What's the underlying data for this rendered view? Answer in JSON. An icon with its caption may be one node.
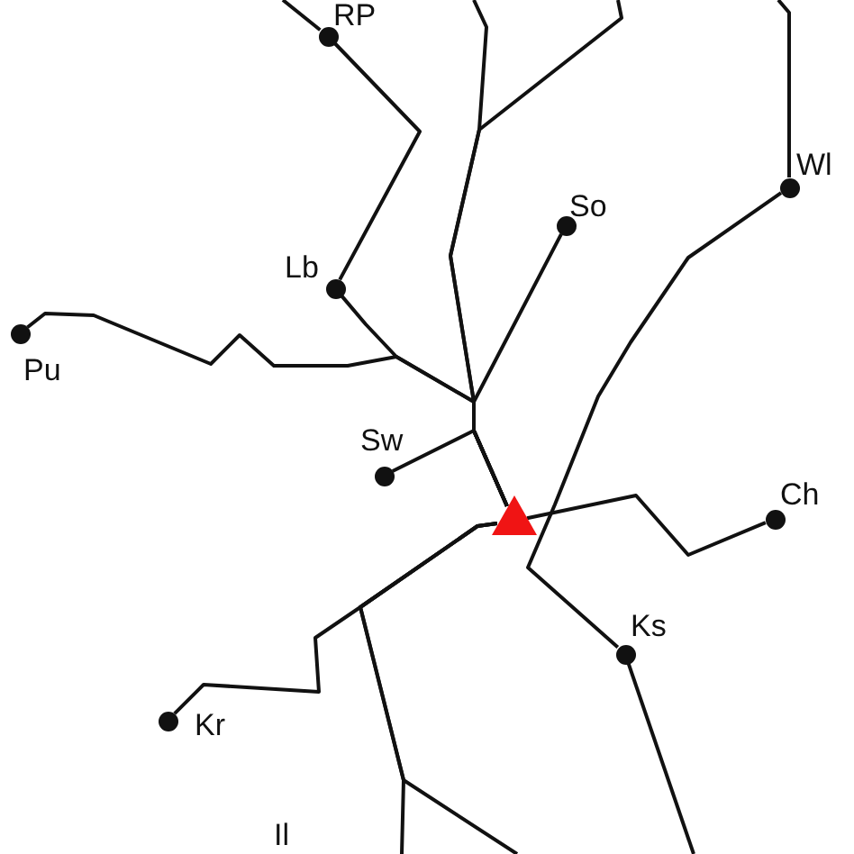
{
  "diagram": {
    "nodes": [
      {
        "text": [
          "RP"
        ]
      },
      {
        "text": [
          "Wl"
        ]
      },
      {
        "text": [
          "So"
        ]
      },
      {
        "text": [
          "Lb"
        ]
      },
      {
        "text": [
          "Pu"
        ]
      },
      {
        "text": [
          "Sw"
        ]
      },
      {
        "text": [],
        "shape": "triangle"
      },
      {
        "text": [
          "Ch"
        ]
      },
      {
        "text": [
          "Ks"
        ]
      },
      {
        "text": [
          "Kr"
        ]
      }
    ],
    "edges": [
      {
        "from": null,
        "to": 0,
        "arrow": "none"
      },
      {
        "from": 0,
        "to": 3,
        "arrow": "none"
      },
      {
        "from": 3,
        "to": 6,
        "arrow": "none"
      },
      {
        "from": 4,
        "to": 6,
        "arrow": "none"
      },
      {
        "from": null,
        "to": 6,
        "arrow": "none"
      },
      {
        "from": null,
        "to": 6,
        "arrow": "none"
      },
      {
        "from": 2,
        "to": 6,
        "arrow": "none"
      },
      {
        "from": 5,
        "to": 6,
        "arrow": "none"
      },
      {
        "from": null,
        "to": 1,
        "arrow": "none"
      },
      {
        "from": 1,
        "to": 8,
        "arrow": "none"
      },
      {
        "from": 8,
        "to": null,
        "arrow": "none"
      },
      {
        "from": 6,
        "to": 7,
        "arrow": "none"
      },
      {
        "from": 6,
        "to": 9,
        "arrow": "none"
      },
      {
        "from": 6,
        "to": null,
        "arrow": "none"
      },
      {
        "from": 6,
        "to": null,
        "arrow": "none"
      }
    ],
    "labels": [
      "Il"
    ]
  }
}
